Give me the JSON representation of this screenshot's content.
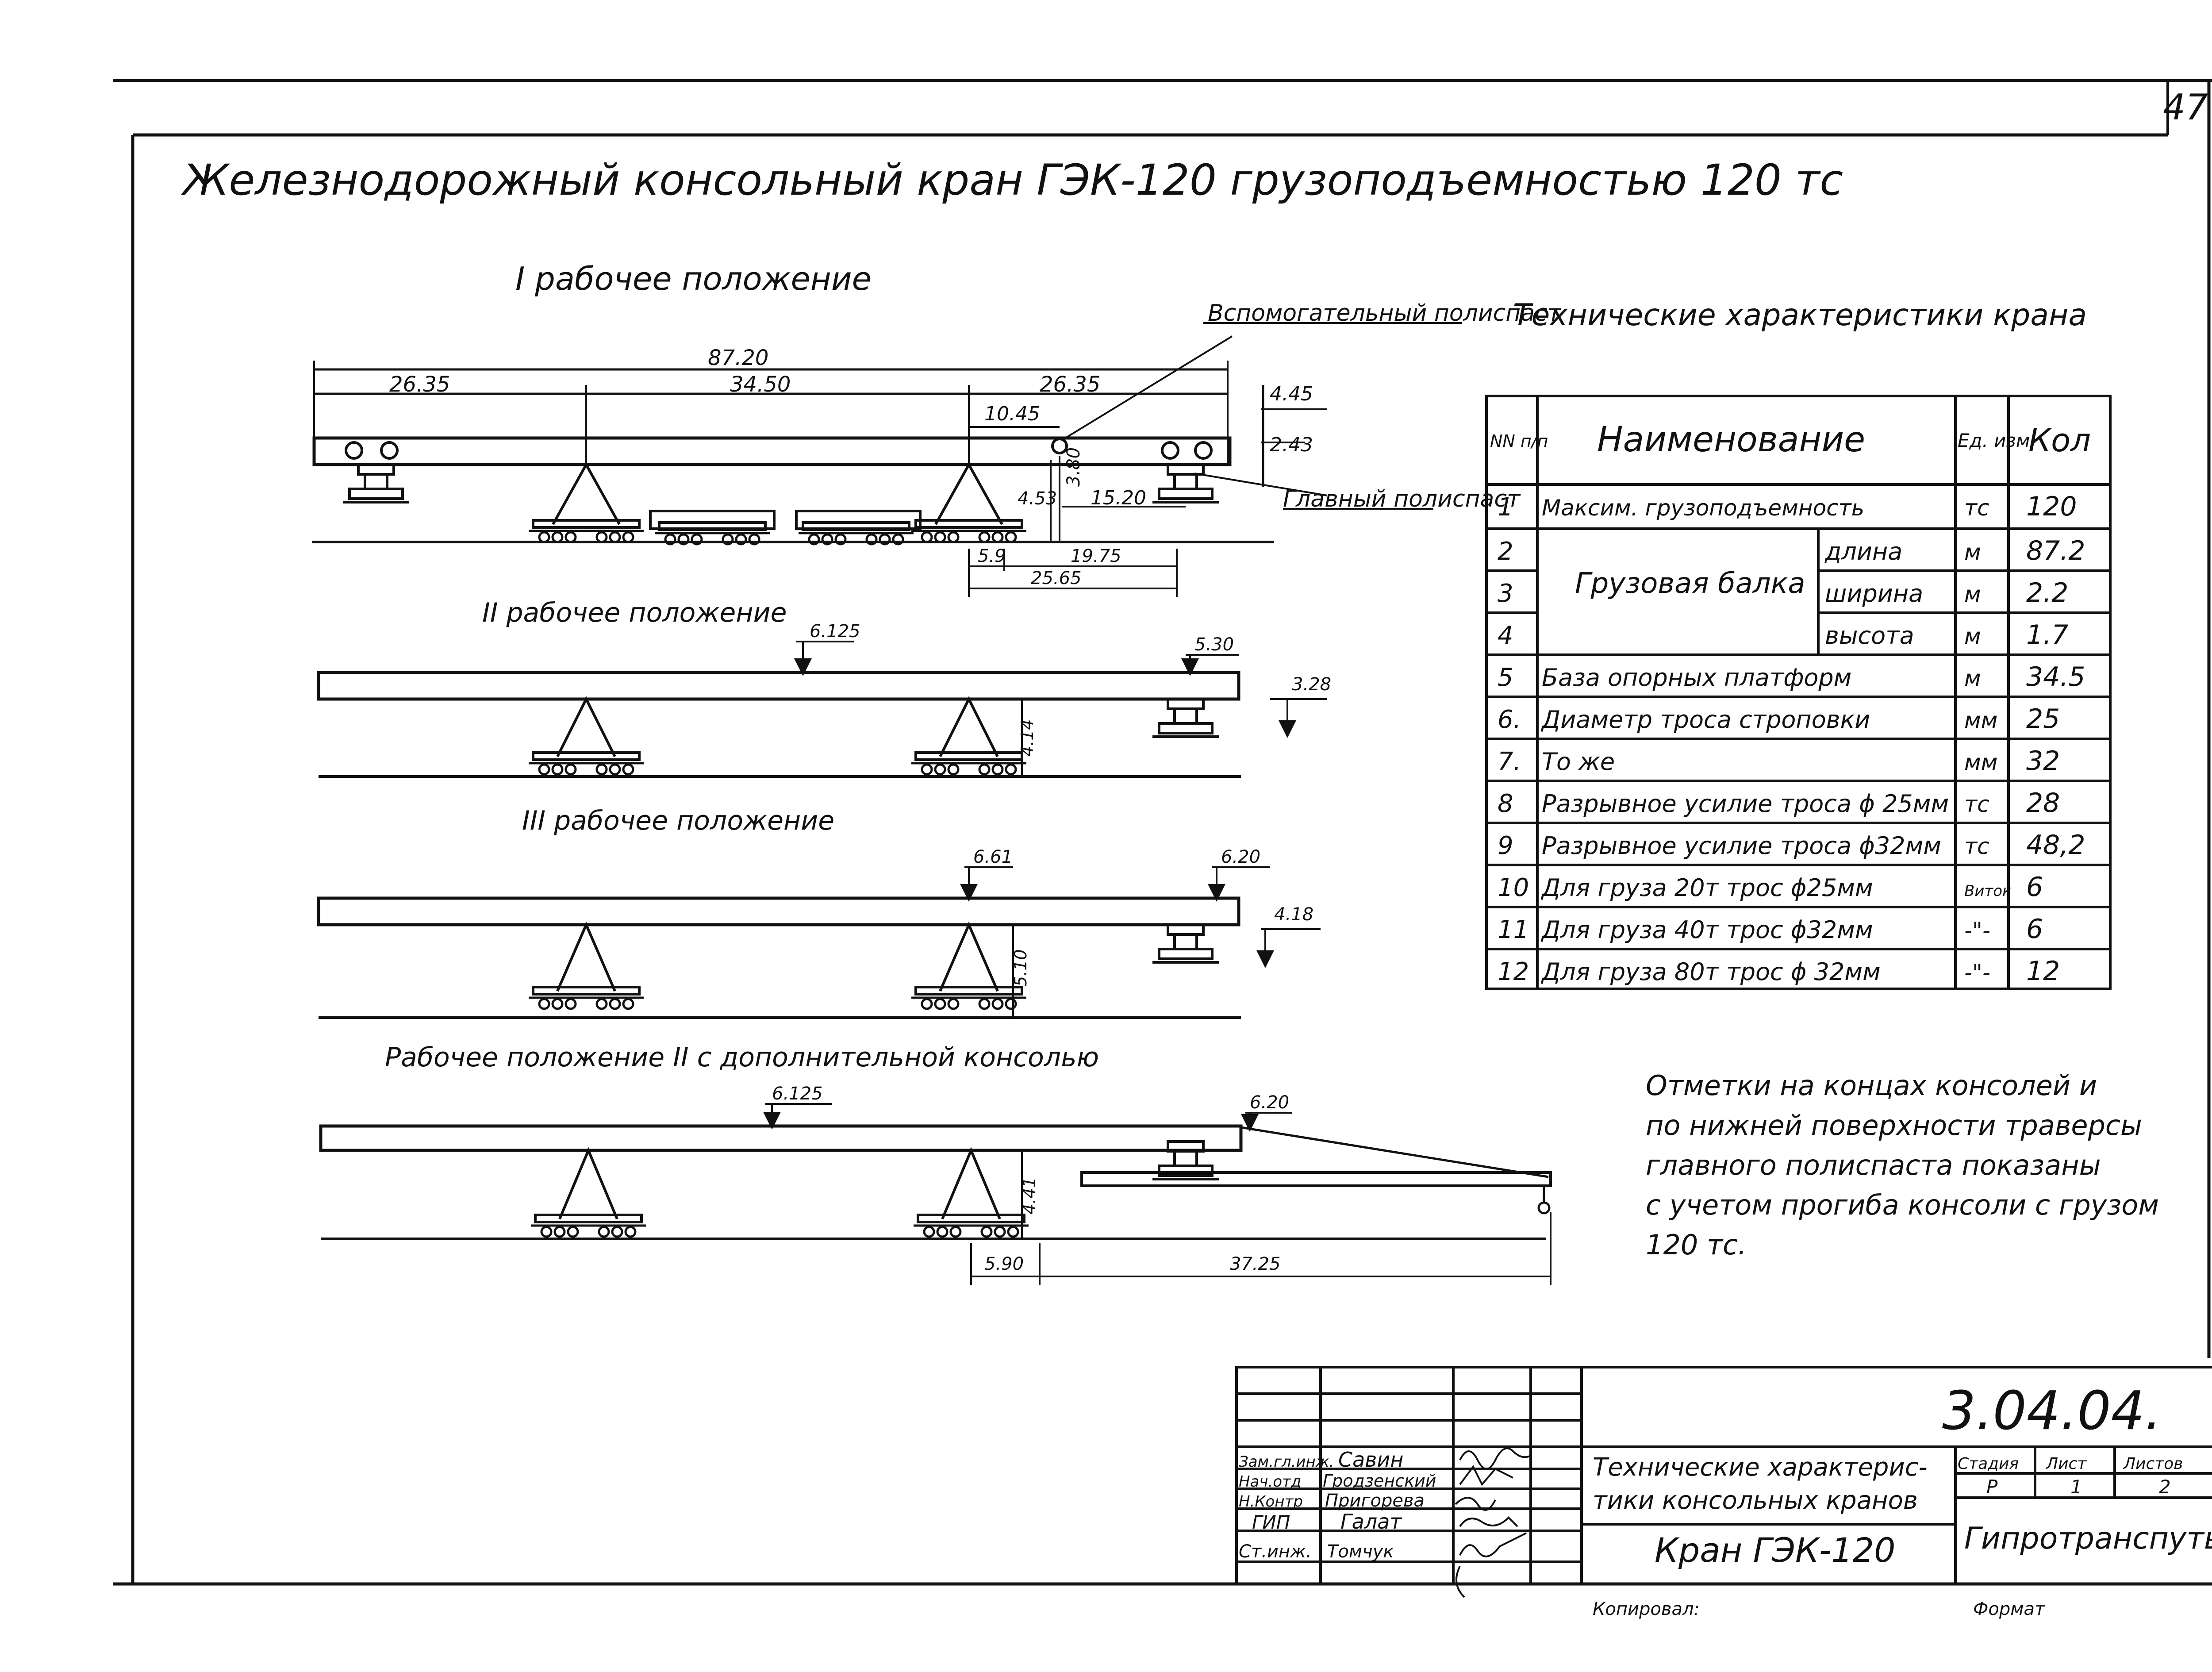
{
  "page_number": "47",
  "title": "Железнодорожный консольный кран ГЭК-120 грузоподъемностью 120 тс",
  "positions": {
    "p1": {
      "title": "I рабочее положение",
      "dims": {
        "total": "87.20",
        "left": "26.35",
        "mid": "34.50",
        "right": "26.35",
        "d1045": "10.45",
        "h445": "4.45",
        "h243": "2.43",
        "d453": "4.53",
        "d380": "3.80",
        "d1520": "15.20",
        "d59": "5.9",
        "d1975": "19.75",
        "d2565": "25.65"
      },
      "aux_hoist": "Вспомогательный полиспаст",
      "main_hoist": "Главный полиспаст"
    },
    "p2": {
      "title": "II рабочее положение",
      "d6125": "6.125",
      "d530": "5.30",
      "d328": "3.28",
      "d414": "4.14"
    },
    "p3": {
      "title": "III рабочее положение",
      "d661": "6.61",
      "d620": "6.20",
      "d418": "4.18",
      "d510": "5.10"
    },
    "p4": {
      "title": "Рабочее положение II с дополнительной консолью",
      "d6125": "6.125",
      "d620": "6.20",
      "d441": "4.41",
      "d590": "5.90",
      "d3725": "37.25"
    }
  },
  "tech_table": {
    "title": "Технические характеристики крана",
    "headers": {
      "num": "NN п/п",
      "name": "Наименование",
      "unit": "Ед. изм",
      "qty": "Кол"
    },
    "group_label": "Грузовая балка",
    "rows": [
      {
        "n": "1",
        "name": "Максим. грузоподъемность",
        "unit": "тс",
        "qty": "120"
      },
      {
        "n": "2",
        "sub": "длина",
        "unit": "м",
        "qty": "87.2"
      },
      {
        "n": "3",
        "sub": "ширина",
        "unit": "м",
        "qty": "2.2"
      },
      {
        "n": "4",
        "sub": "высота",
        "unit": "м",
        "qty": "1.7"
      },
      {
        "n": "5",
        "name": "База опорных платформ",
        "unit": "м",
        "qty": "34.5"
      },
      {
        "n": "6.",
        "name": "Диаметр троса строповки",
        "unit": "мм",
        "qty": "25"
      },
      {
        "n": "7.",
        "name": "То же",
        "unit": "мм",
        "qty": "32"
      },
      {
        "n": "8",
        "name": "Разрывное усилие троса ϕ 25мм",
        "unit": "тс",
        "qty": "28"
      },
      {
        "n": "9",
        "name": "Разрывное усилие троса ϕ32мм",
        "unit": "тс",
        "qty": "48,2"
      },
      {
        "n": "10",
        "name": "Для груза 20т трос ϕ25мм",
        "unit": "Виток",
        "qty": "6"
      },
      {
        "n": "11",
        "name": "Для груза 40т трос ϕ32мм",
        "unit": "-\"-",
        "qty": "6"
      },
      {
        "n": "12",
        "name": "Для груза 80т трос ϕ 32мм",
        "unit": "-\"-",
        "qty": "12"
      }
    ]
  },
  "note": [
    "Отметки на концах консолей и",
    "по нижней поверхности траверсы",
    "главного полиспаста показаны",
    "с учетом прогиба консоли с грузом",
    "120 тс."
  ],
  "title_block": {
    "doc_code": "3.04.04.",
    "roles": [
      {
        "role": "Зам.гл.инж.",
        "name": "Савин"
      },
      {
        "role": "Нач.отд",
        "name": "Гродзенский"
      },
      {
        "role": "Н.Контр",
        "name": "Пригорева"
      },
      {
        "role": "ГИП",
        "name": "Галат"
      },
      {
        "role": "Ст.инж.",
        "name": "Томчук"
      }
    ],
    "doc_title_1": "Технические характерис-",
    "doc_title_2": "тики консольных кранов",
    "stage_label": "Стадия",
    "sheet_label": "Лист",
    "sheets_label": "Листов",
    "stage": "Р",
    "sheet": "1",
    "sheets": "2",
    "drawing_name": "Кран ГЭК-120",
    "organization": "Гипротрансputь",
    "copied": "Копировал:",
    "format": "Формат"
  }
}
